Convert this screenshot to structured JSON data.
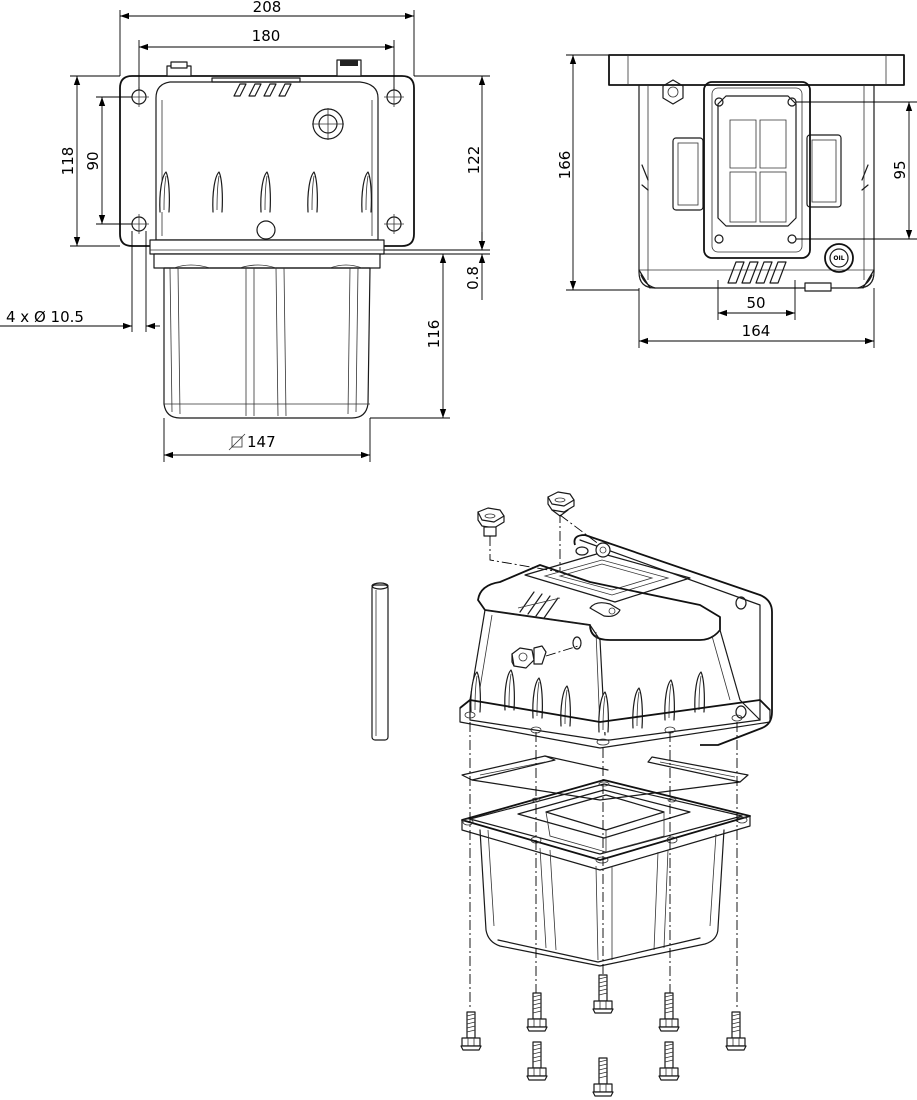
{
  "dimensions": {
    "overall_width": "208",
    "hole_spacing_width": "180",
    "flange_height": "118",
    "hole_spacing_height": "90",
    "body_height": "122",
    "gasket": "0.8",
    "holes": "4 x Ø 10.5",
    "tank_depth": "116",
    "tank_section": "147",
    "side_height": "166",
    "side_hole_spacing": "95",
    "side_slot": "50",
    "side_width": "164"
  },
  "marks": {
    "oil_cap": "OIL"
  }
}
